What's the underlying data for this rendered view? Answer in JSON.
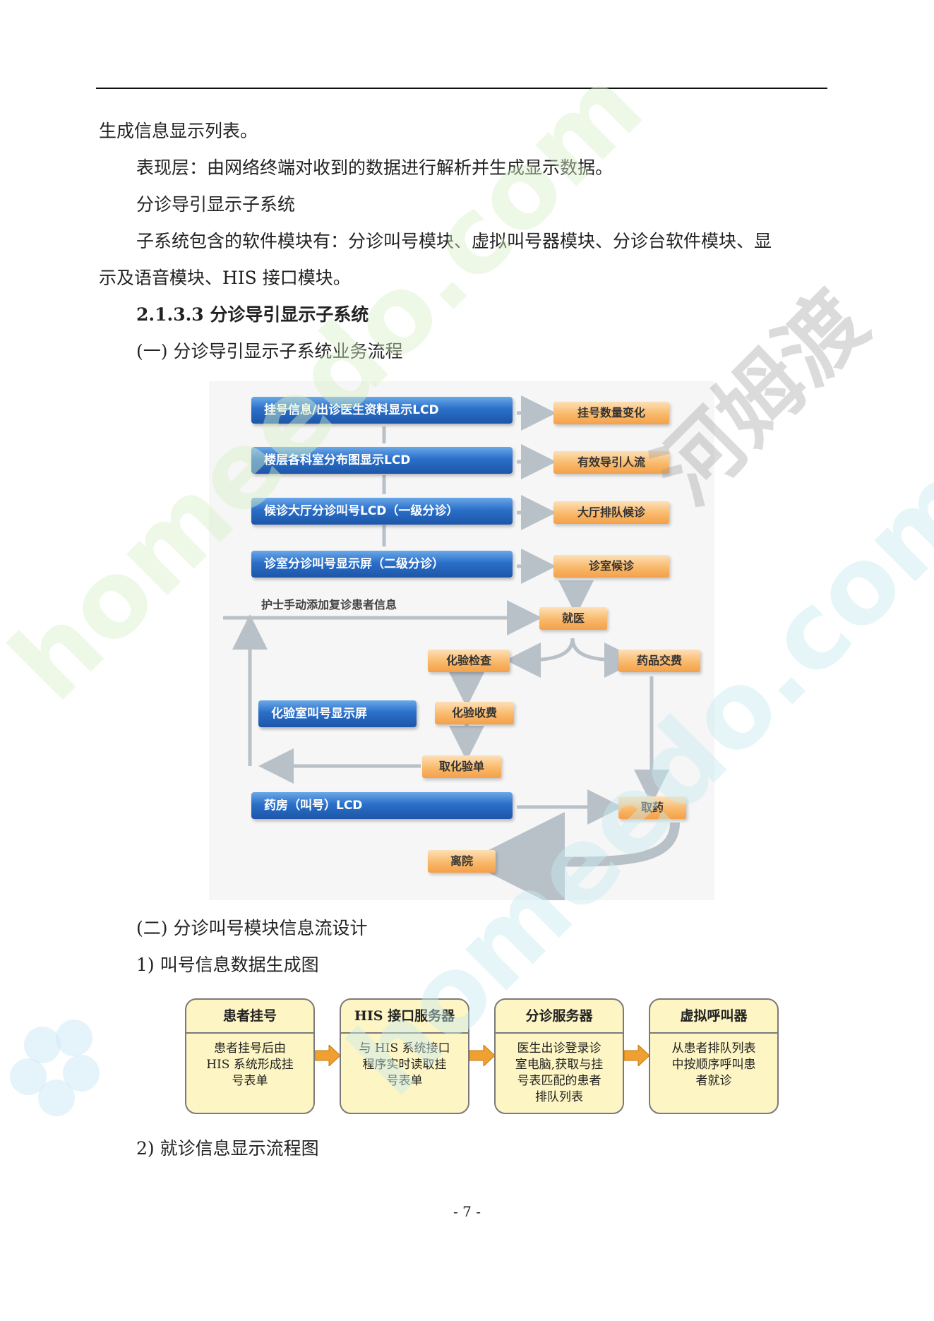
{
  "body": {
    "p1": "生成信息显示列表。",
    "p2": "表现层：由网络终端对收到的数据进行解析并生成显示数据。",
    "p3": "分诊导引显示子系统",
    "p4a": "子系统包含的软件模块有：分诊叫号模块、虚拟叫号器模块、分诊台软件模块、显",
    "p4b": "示及语音模块、HIS 接口模块。",
    "h1": "2.1.3.3 分诊导引显示子系统",
    "h2": "(一) 分诊导引显示子系统业务流程",
    "h3": "(二) 分诊叫号模块信息流设计",
    "l1": "1)   叫号信息数据生成图",
    "l2": "2)   就诊信息显示流程图"
  },
  "flow1": {
    "blue": [
      "挂号信息/出诊医生资料显示LCD",
      "楼层各科室分布图显示LCD",
      "候诊大厅分诊叫号LCD（一级分诊）",
      "诊室分诊叫号显示屏（二级分诊）",
      "化验室叫号显示屏",
      "药房（叫号）LCD"
    ],
    "orange": [
      "挂号数量变化",
      "有效导引人流",
      "大厅排队候诊",
      "诊室候诊",
      "就医",
      "化验检查",
      "药品交费",
      "化验收费",
      "取化验单",
      "取药",
      "离院"
    ],
    "note": "护士手动添加复诊患者信息"
  },
  "flow2": {
    "boxes": [
      {
        "title": "患者挂号",
        "body": "患者挂号后由\nHIS 系统形成挂\n号表单"
      },
      {
        "title": "HIS 接口服务器",
        "body": "与 HIS 系统接口\n程序实时读取挂\n号表单"
      },
      {
        "title": "分诊服务器",
        "body": "医生出诊登录诊\n室电脑,获取与挂\n号表匹配的患者\n排队列表"
      },
      {
        "title": "虚拟呼叫器",
        "body": "从患者排队列表\n中按顺序呼叫患\n者就诊"
      }
    ]
  },
  "watermark": {
    "text1": "homeedo.com",
    "text2": "河姆渡"
  },
  "page": {
    "number": "- 7 -"
  },
  "colors": {
    "blue_box": "#2a6fc9",
    "orange_box": "#f9b96a",
    "yellow_box": "#fdf5c4",
    "arrow_orange": "#f0a030"
  }
}
